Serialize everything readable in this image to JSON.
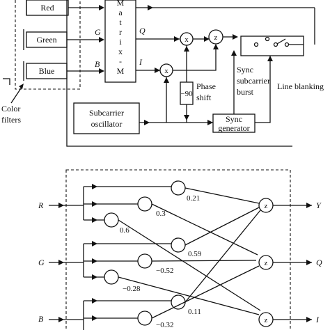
{
  "top": {
    "filters": [
      "Red",
      "Green",
      "Blue"
    ],
    "matrix_letters": [
      "M",
      "a",
      "t",
      "r",
      "i",
      "x",
      "-",
      "M"
    ],
    "signals": {
      "g": "G",
      "b": "B",
      "q": "Q",
      "i": "I"
    },
    "color_filters_label": [
      "Color",
      "filters"
    ],
    "subcarrier_oscillator": [
      "Subcarrier",
      "oscillator"
    ],
    "sync_generator": [
      "Sync",
      "generator"
    ],
    "phase_value": "−90",
    "phase_shift": [
      "Phase",
      "shift"
    ],
    "sync_subcarrier_burst": [
      "Sync",
      "subcarrier",
      "burst"
    ],
    "line_blanking": "Line blanking",
    "mult_symbol": "x",
    "sum_symbol": "z"
  },
  "bottom": {
    "inputs": [
      "R",
      "G",
      "B"
    ],
    "outputs": [
      "Y",
      "Q",
      "I"
    ],
    "sum_symbol": "z",
    "coefficients": [
      "0.21",
      "0.3",
      "0.6",
      "0.59",
      "−0.52",
      "−0.28",
      "0.11",
      "−0.32"
    ]
  }
}
